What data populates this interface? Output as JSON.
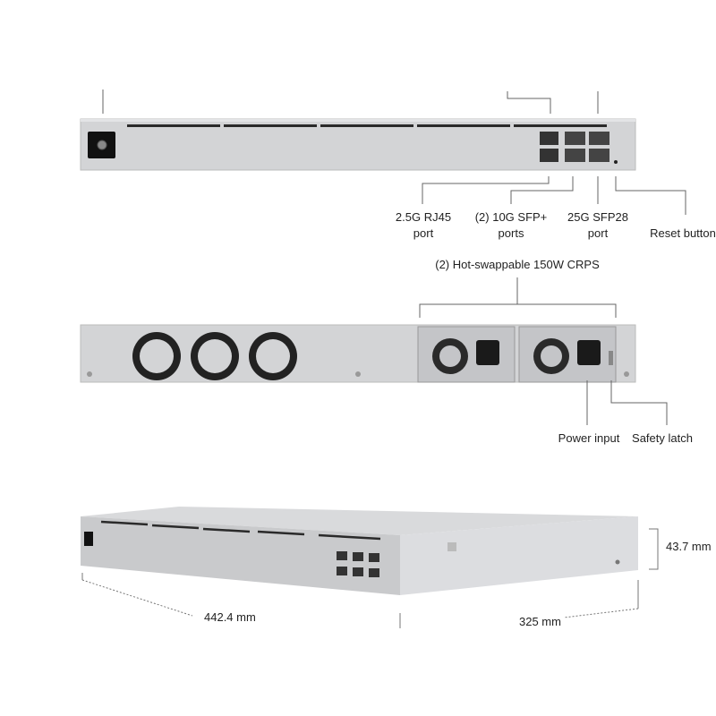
{
  "front": {
    "callouts": [
      {
        "line1": "2.5G RJ45",
        "line2": "port"
      },
      {
        "line1": "(2) 10G SFP+",
        "line2": "ports"
      },
      {
        "line1": "25G SFP28",
        "line2": "port"
      },
      {
        "line1": "Reset button",
        "line2": ""
      }
    ]
  },
  "rear": {
    "title": "(2) Hot-swappable 150W CRPS",
    "callouts": [
      {
        "label": "Power input"
      },
      {
        "label": "Safety latch"
      }
    ]
  },
  "dimensions": {
    "height": "43.7 mm",
    "width": "442.4 mm",
    "depth": "325 mm"
  },
  "colors": {
    "chassis": "#cfd0d2",
    "line": "#555555",
    "dark": "#1a1a1a"
  }
}
